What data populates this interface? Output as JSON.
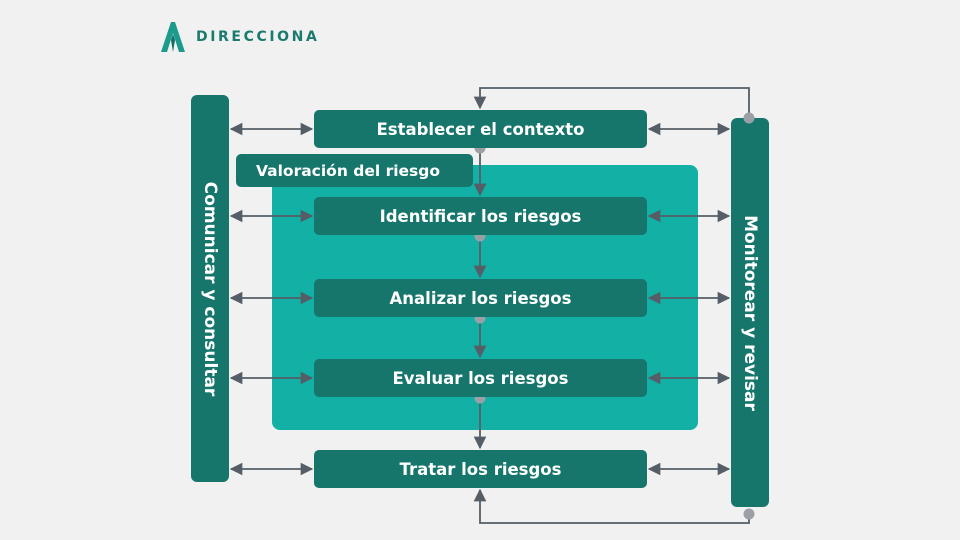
{
  "brand": {
    "name": "DIRECCIONA"
  },
  "diagram": {
    "steps": [
      "Establecer el contexto",
      "Identificar los riesgos",
      "Analizar los riesgos",
      "Evaluar los riesgos",
      "Tratar los riesgos"
    ],
    "assessment_label": "Valoración del riesgo",
    "left_bar_label": "Comunicar y consultar",
    "right_bar_label": "Monitorear y revisar"
  },
  "colors": {
    "box": "#17766b",
    "assessment_area": "#12b0a5",
    "arrows": "#555d66",
    "dots": "#9aa0a6",
    "background": "#f1f1f1"
  }
}
